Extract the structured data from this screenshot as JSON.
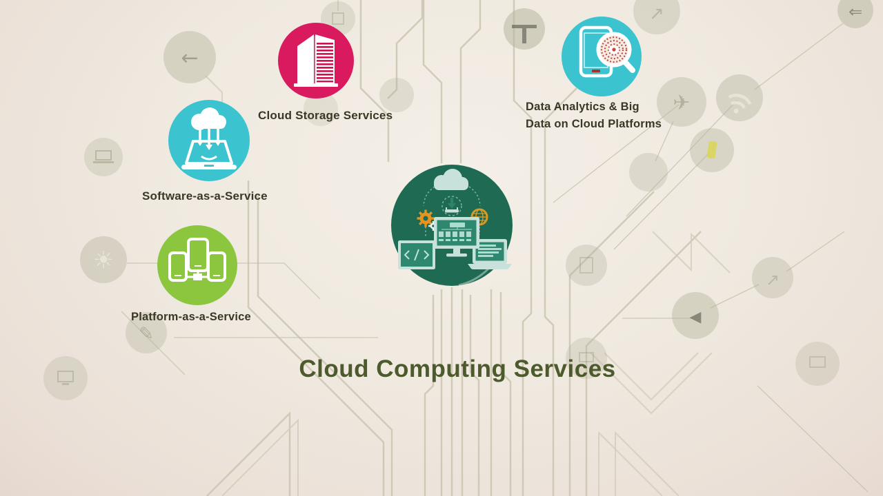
{
  "title": "Cloud Computing Services",
  "labels": {
    "storage": "Cloud Storage Services",
    "saas": "Software-as-a-Service",
    "paas": "Platform-as-a-Service",
    "analytics_line1": "Data Analytics & Big",
    "analytics_line2": "Data on Cloud Platforms"
  },
  "icons": {
    "center": "cloud-computing-devices-icon",
    "storage": "building-icon",
    "saas": "cloud-download-tablet-icon",
    "paas": "connected-devices-icon",
    "analytics": "tablet-magnifier-icon",
    "background": [
      "wifi-icon",
      "lightning-icon",
      "arrow-icons",
      "sun-icon",
      "pencil-icon",
      "plane-icon",
      "laptop-icon"
    ]
  },
  "colors": {
    "background": "#EFE9DF",
    "circuit_trace": "#CBC4B1",
    "title_text": "#4C5A2C",
    "label_text": "#3A3726",
    "storage_circle": "#D91A5E",
    "saas_circle": "#3BC4CF",
    "paas_circle": "#8CC63F",
    "analytics_circle": "#3BC4CF",
    "center_circle": "#1E6A53",
    "icon_light": "#C9E1DB",
    "screen_teal": "#2E8870",
    "accent_orange": "#E69320",
    "accent_red": "#A93226"
  }
}
